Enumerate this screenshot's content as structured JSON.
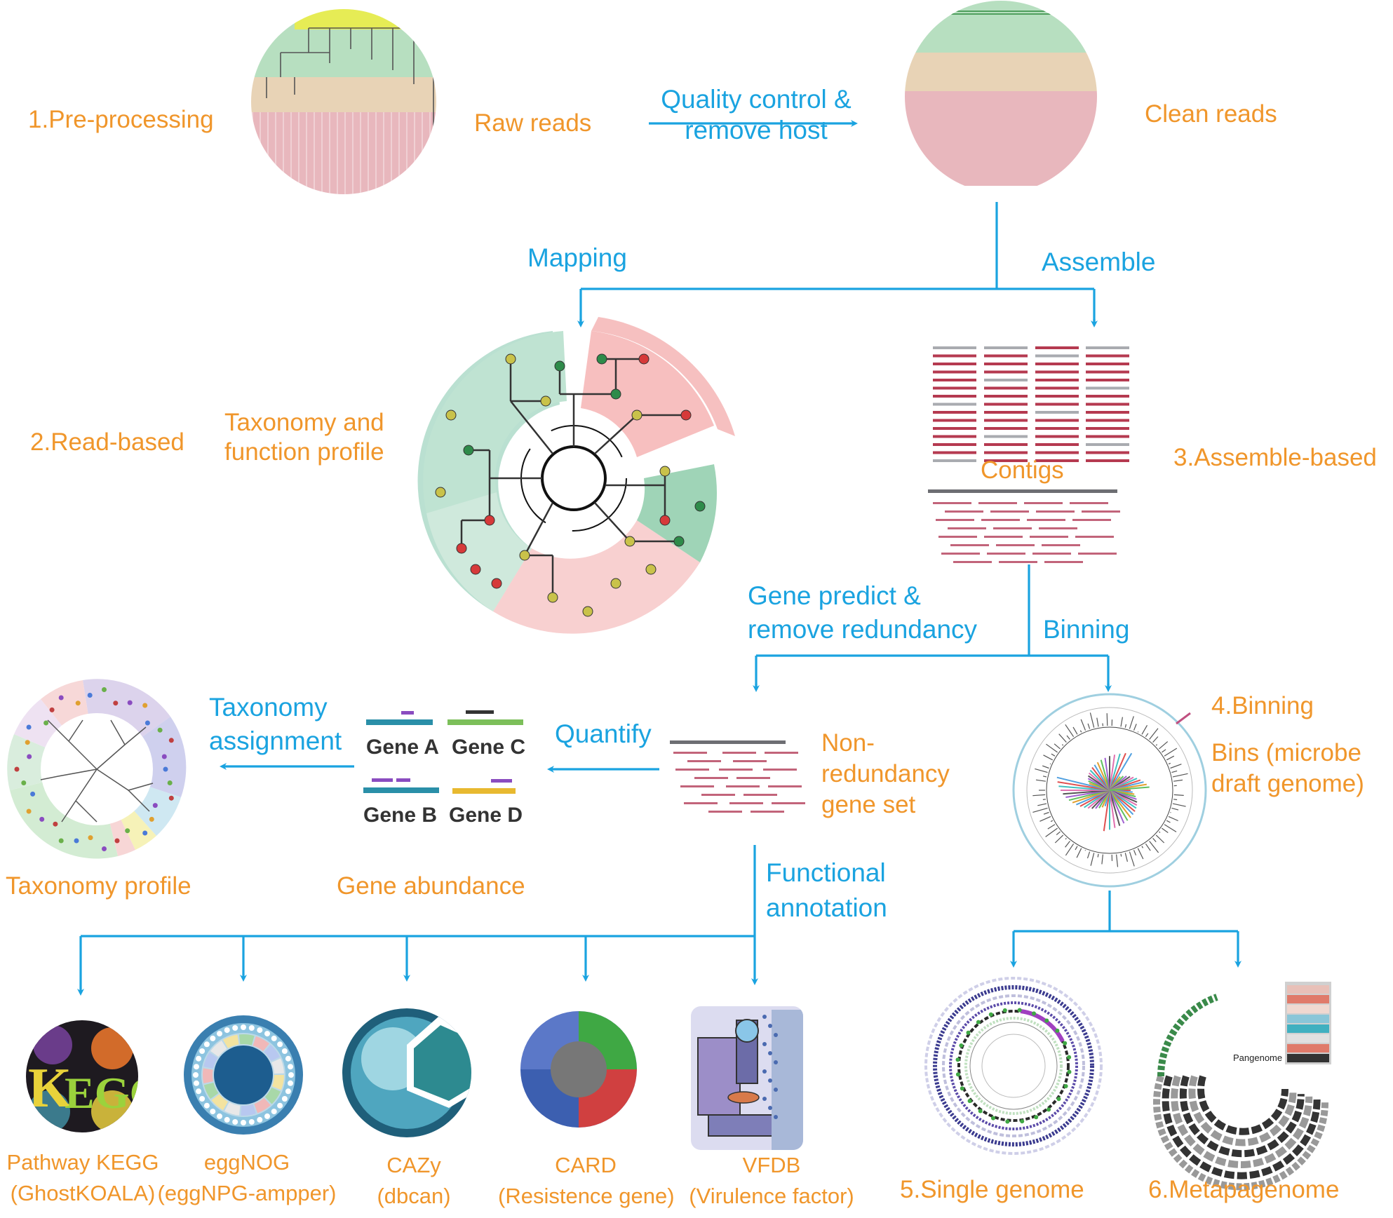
{
  "colors": {
    "orange": "#f0962b",
    "blue": "#1aa3e0",
    "contig_red": "#b53a50",
    "contig_grey": "#a9abb0",
    "green_band": "#b7dfc0",
    "tan_band": "#e8d3b6",
    "pink_band": "#e8b7bd"
  },
  "steps": {
    "preprocessing": "1.Pre-processing",
    "read_based": "2.Read-based",
    "assemble_based": "3.Assemble-based",
    "binning": "4.Binning",
    "single_genome": "5.Single genome",
    "metapagenome": "6.Metapagenome"
  },
  "labels": {
    "raw_reads": "Raw reads",
    "clean_reads": "Clean reads",
    "taxonomy_function_profile": [
      "Taxonomy and",
      "function profile"
    ],
    "contigs": "Contigs",
    "non_redundancy_gene_set": [
      "Non-",
      "redundancy",
      "gene set"
    ],
    "bins": [
      "Bins (microbe",
      "draft genome)"
    ],
    "taxonomy_profile": "Taxonomy profile",
    "gene_abundance": "Gene abundance"
  },
  "edges": {
    "qc": [
      "Quality control &",
      "remove host"
    ],
    "mapping": "Mapping",
    "assemble": "Assemble",
    "gene_predict": [
      "Gene predict &",
      "remove redundancy"
    ],
    "binning": "Binning",
    "quantify": "Quantify",
    "taxonomy_assignment": [
      "Taxonomy",
      "assignment"
    ],
    "functional_annotation": [
      "Functional",
      "annotation"
    ]
  },
  "genes": [
    "Gene A",
    "Gene C",
    "Gene B",
    "Gene D"
  ],
  "databases": [
    {
      "name": "Pathway KEGG",
      "sub": "(GhostKOALA)",
      "icon": "kegg-icon"
    },
    {
      "name": "eggNOG",
      "sub": "(eggNPG-ampper)",
      "icon": "eggnog-icon"
    },
    {
      "name": "CAZy",
      "sub": "(dbcan)",
      "icon": "cazy-icon"
    },
    {
      "name": "CARD",
      "sub": "(Resistence gene)",
      "icon": "card-icon"
    },
    {
      "name": "VFDB",
      "sub": "(Virulence factor)",
      "icon": "vfdb-icon"
    }
  ],
  "images": {
    "pangenome_label": "Pangenome"
  }
}
